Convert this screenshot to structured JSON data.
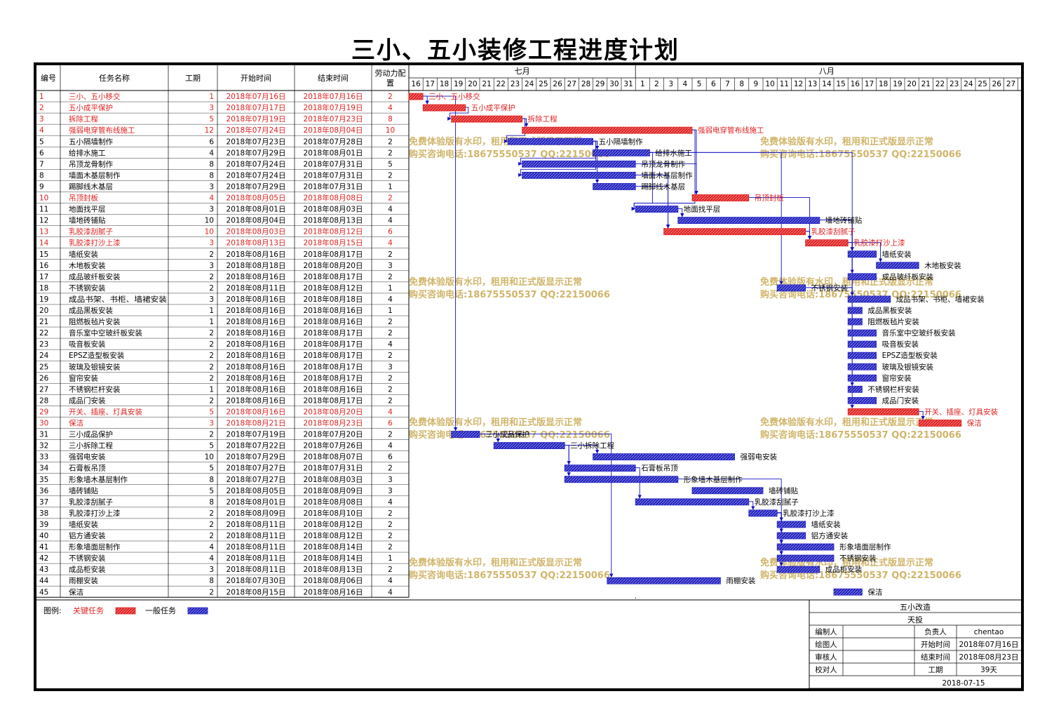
{
  "title": "三小、五小装修工程进度计划",
  "colors": {
    "critical": "#e02020",
    "normal": "#2020c0",
    "link": "#1010c0",
    "watermark": "#c8a850"
  },
  "headers": {
    "id": "编号",
    "name": "任务名称",
    "dur": "工期",
    "start": "开始时间",
    "end": "结束时间",
    "labor": "劳动力配置"
  },
  "months": [
    {
      "label": "七月",
      "from": 16,
      "to": 31
    },
    {
      "label": "八月",
      "from": 1,
      "to": 27
    }
  ],
  "legend": {
    "label": "图例:",
    "critical": "关键任务",
    "normal": "一般任务"
  },
  "watermark": {
    "line1": "免费体验版有水印，租用和正式版显示正常",
    "line2": "购买咨询电话:18675550537 QQ:22150066"
  },
  "info": {
    "project": "五小改造",
    "company": "天投",
    "rows": [
      [
        "编制人",
        "",
        "负责人",
        "chentao"
      ],
      [
        "绘图人",
        "",
        "开始时间",
        "2018年07月16日"
      ],
      [
        "审核人",
        "",
        "结束时间",
        "2018年08月23日"
      ],
      [
        "校对人",
        "",
        "工期",
        "39天"
      ]
    ],
    "date": "2018-07-15"
  },
  "chart_data": {
    "type": "gantt",
    "x_axis": {
      "start": "2018-07-16",
      "end": "2018-08-27"
    },
    "tasks": [
      {
        "id": "1",
        "name": "三小、五小移交",
        "dur": "1",
        "start": "2018年07月16日",
        "end": "2018年07月16日",
        "labor": "2",
        "critical": true
      },
      {
        "id": "2",
        "name": "五小成平保护",
        "dur": "3",
        "start": "2018年07月17日",
        "end": "2018年07月19日",
        "labor": "4",
        "critical": true
      },
      {
        "id": "3",
        "name": "拆除工程",
        "dur": "5",
        "start": "2018年07月19日",
        "end": "2018年07月23日",
        "labor": "8",
        "critical": true
      },
      {
        "id": "4",
        "name": "强弱电穿管布线施工",
        "dur": "12",
        "start": "2018年07月24日",
        "end": "2018年08月04日",
        "labor": "10",
        "critical": true
      },
      {
        "id": "5",
        "name": "五小隔墙制作",
        "dur": "6",
        "start": "2018年07月23日",
        "end": "2018年07月28日",
        "labor": "2",
        "critical": false
      },
      {
        "id": "6",
        "name": "给排水施工",
        "dur": "4",
        "start": "2018年07月29日",
        "end": "2018年08月01日",
        "labor": "2",
        "critical": false
      },
      {
        "id": "7",
        "name": "吊顶龙骨制作",
        "dur": "8",
        "start": "2018年07月24日",
        "end": "2018年07月31日",
        "labor": "5",
        "critical": false
      },
      {
        "id": "8",
        "name": "墙面木基层制作",
        "dur": "8",
        "start": "2018年07月24日",
        "end": "2018年07月31日",
        "labor": "2",
        "critical": false
      },
      {
        "id": "9",
        "name": "踢脚线木基层",
        "dur": "3",
        "start": "2018年07月29日",
        "end": "2018年07月31日",
        "labor": "1",
        "critical": false
      },
      {
        "id": "10",
        "name": "吊顶封板",
        "dur": "4",
        "start": "2018年08月05日",
        "end": "2018年08月08日",
        "labor": "2",
        "critical": true
      },
      {
        "id": "11",
        "name": "地面找平层",
        "dur": "3",
        "start": "2018年08月01日",
        "end": "2018年08月03日",
        "labor": "4",
        "critical": false
      },
      {
        "id": "12",
        "name": "墙地砖铺贴",
        "dur": "10",
        "start": "2018年08月04日",
        "end": "2018年08月13日",
        "labor": "4",
        "critical": false
      },
      {
        "id": "13",
        "name": "乳胶漆刮腻子",
        "dur": "10",
        "start": "2018年08月03日",
        "end": "2018年08月12日",
        "labor": "6",
        "critical": true
      },
      {
        "id": "14",
        "name": "乳胶漆打沙上漆",
        "dur": "3",
        "start": "2018年08月13日",
        "end": "2018年08月15日",
        "labor": "4",
        "critical": true
      },
      {
        "id": "15",
        "name": "墙纸安装",
        "dur": "2",
        "start": "2018年08月16日",
        "end": "2018年08月17日",
        "labor": "2",
        "critical": false
      },
      {
        "id": "16",
        "name": "木地板安装",
        "dur": "3",
        "start": "2018年08月18日",
        "end": "2018年08月20日",
        "labor": "3",
        "critical": false
      },
      {
        "id": "17",
        "name": "成品玻纤板安装",
        "dur": "2",
        "start": "2018年08月16日",
        "end": "2018年08月17日",
        "labor": "2",
        "critical": false
      },
      {
        "id": "18",
        "name": "不锈钢安装",
        "dur": "2",
        "start": "2018年08月11日",
        "end": "2018年08月12日",
        "labor": "1",
        "critical": false
      },
      {
        "id": "19",
        "name": "成品书架、书柜、墙裙安装",
        "dur": "3",
        "start": "2018年08月16日",
        "end": "2018年08月18日",
        "labor": "4",
        "critical": false
      },
      {
        "id": "20",
        "name": "成品黑板安装",
        "dur": "1",
        "start": "2018年08月16日",
        "end": "2018年08月16日",
        "labor": "1",
        "critical": false
      },
      {
        "id": "21",
        "name": "阻燃板毡片安装",
        "dur": "1",
        "start": "2018年08月16日",
        "end": "2018年08月16日",
        "labor": "2",
        "critical": false
      },
      {
        "id": "22",
        "name": "音乐室中空玻纤板安装",
        "dur": "2",
        "start": "2018年08月16日",
        "end": "2018年08月17日",
        "labor": "2",
        "critical": false
      },
      {
        "id": "23",
        "name": "吸音板安装",
        "dur": "2",
        "start": "2018年08月16日",
        "end": "2018年08月17日",
        "labor": "4",
        "critical": false
      },
      {
        "id": "24",
        "name": "EPSZ造型板安装",
        "dur": "2",
        "start": "2018年08月16日",
        "end": "2018年08月17日",
        "labor": "2",
        "critical": false
      },
      {
        "id": "25",
        "name": "玻璃及银镜安装",
        "dur": "2",
        "start": "2018年08月16日",
        "end": "2018年08月17日",
        "labor": "3",
        "critical": false
      },
      {
        "id": "26",
        "name": "窗帘安装",
        "dur": "2",
        "start": "2018年08月16日",
        "end": "2018年08月17日",
        "labor": "2",
        "critical": false
      },
      {
        "id": "27",
        "name": "不锈钢栏杆安装",
        "dur": "1",
        "start": "2018年08月16日",
        "end": "2018年08月16日",
        "labor": "2",
        "critical": false
      },
      {
        "id": "28",
        "name": "成品门安装",
        "dur": "2",
        "start": "2018年08月16日",
        "end": "2018年08月17日",
        "labor": "2",
        "critical": false
      },
      {
        "id": "29",
        "name": "开关、插座、灯具安装",
        "dur": "5",
        "start": "2018年08月16日",
        "end": "2018年08月20日",
        "labor": "4",
        "critical": true
      },
      {
        "id": "30",
        "name": "保洁",
        "dur": "3",
        "start": "2018年08月21日",
        "end": "2018年08月23日",
        "labor": "6",
        "critical": true
      },
      {
        "id": "31",
        "name": "三小成品保护",
        "dur": "2",
        "start": "2018年07月19日",
        "end": "2018年07月20日",
        "labor": "2",
        "critical": false
      },
      {
        "id": "32",
        "name": "三小拆除工程",
        "dur": "5",
        "start": "2018年07月22日",
        "end": "2018年07月26日",
        "labor": "4",
        "critical": false
      },
      {
        "id": "33",
        "name": "强弱电安装",
        "dur": "10",
        "start": "2018年07月29日",
        "end": "2018年08月07日",
        "labor": "6",
        "critical": false
      },
      {
        "id": "34",
        "name": "石膏板吊顶",
        "dur": "5",
        "start": "2018年07月27日",
        "end": "2018年07月31日",
        "labor": "2",
        "critical": false
      },
      {
        "id": "35",
        "name": "形象墙木基层制作",
        "dur": "8",
        "start": "2018年07月27日",
        "end": "2018年08月03日",
        "labor": "3",
        "critical": false
      },
      {
        "id": "36",
        "name": "墙砖铺贴",
        "dur": "5",
        "start": "2018年08月05日",
        "end": "2018年08月09日",
        "labor": "3",
        "critical": false
      },
      {
        "id": "37",
        "name": "乳胶漆刮腻子",
        "dur": "8",
        "start": "2018年08月01日",
        "end": "2018年08月08日",
        "labor": "4",
        "critical": false
      },
      {
        "id": "38",
        "name": "乳胶漆打沙上漆",
        "dur": "2",
        "start": "2018年08月09日",
        "end": "2018年08月10日",
        "labor": "2",
        "critical": false
      },
      {
        "id": "39",
        "name": "墙纸安装",
        "dur": "2",
        "start": "2018年08月11日",
        "end": "2018年08月12日",
        "labor": "2",
        "critical": false
      },
      {
        "id": "40",
        "name": "铝方通安装",
        "dur": "2",
        "start": "2018年08月11日",
        "end": "2018年08月12日",
        "labor": "2",
        "critical": false
      },
      {
        "id": "41",
        "name": "形象墙面层制作",
        "dur": "4",
        "start": "2018年08月11日",
        "end": "2018年08月14日",
        "labor": "2",
        "critical": false
      },
      {
        "id": "42",
        "name": "不锈钢安装",
        "dur": "4",
        "start": "2018年08月11日",
        "end": "2018年08月14日",
        "labor": "1",
        "critical": false
      },
      {
        "id": "43",
        "name": "成品柜安装",
        "dur": "3",
        "start": "2018年08月11日",
        "end": "2018年08月13日",
        "labor": "2",
        "critical": false
      },
      {
        "id": "44",
        "name": "雨棚安装",
        "dur": "8",
        "start": "2018年07月30日",
        "end": "2018年08月06日",
        "labor": "4",
        "critical": false
      },
      {
        "id": "45",
        "name": "保洁",
        "dur": "2",
        "start": "2018年08月15日",
        "end": "2018年08月16日",
        "labor": "4",
        "critical": false
      }
    ],
    "links": [
      [
        1,
        2
      ],
      [
        1,
        31
      ],
      [
        2,
        3
      ],
      [
        3,
        4
      ],
      [
        3,
        5
      ],
      [
        4,
        10
      ],
      [
        4,
        11
      ],
      [
        5,
        6
      ],
      [
        5,
        7
      ],
      [
        5,
        8
      ],
      [
        5,
        9
      ],
      [
        6,
        11
      ],
      [
        6,
        18
      ],
      [
        7,
        10
      ],
      [
        8,
        13
      ],
      [
        9,
        13
      ],
      [
        10,
        14
      ],
      [
        11,
        12
      ],
      [
        12,
        15
      ],
      [
        12,
        17
      ],
      [
        12,
        19
      ],
      [
        13,
        14
      ],
      [
        14,
        15
      ],
      [
        14,
        16
      ],
      [
        18,
        27
      ],
      [
        31,
        32
      ],
      [
        31,
        44
      ],
      [
        32,
        33
      ],
      [
        32,
        34
      ],
      [
        32,
        35
      ],
      [
        34,
        37
      ],
      [
        35,
        41
      ],
      [
        37,
        38
      ],
      [
        38,
        39
      ],
      [
        38,
        40
      ],
      [
        38,
        41
      ],
      [
        38,
        42
      ],
      [
        38,
        43
      ],
      [
        29,
        30
      ],
      [
        6,
        29
      ]
    ]
  }
}
